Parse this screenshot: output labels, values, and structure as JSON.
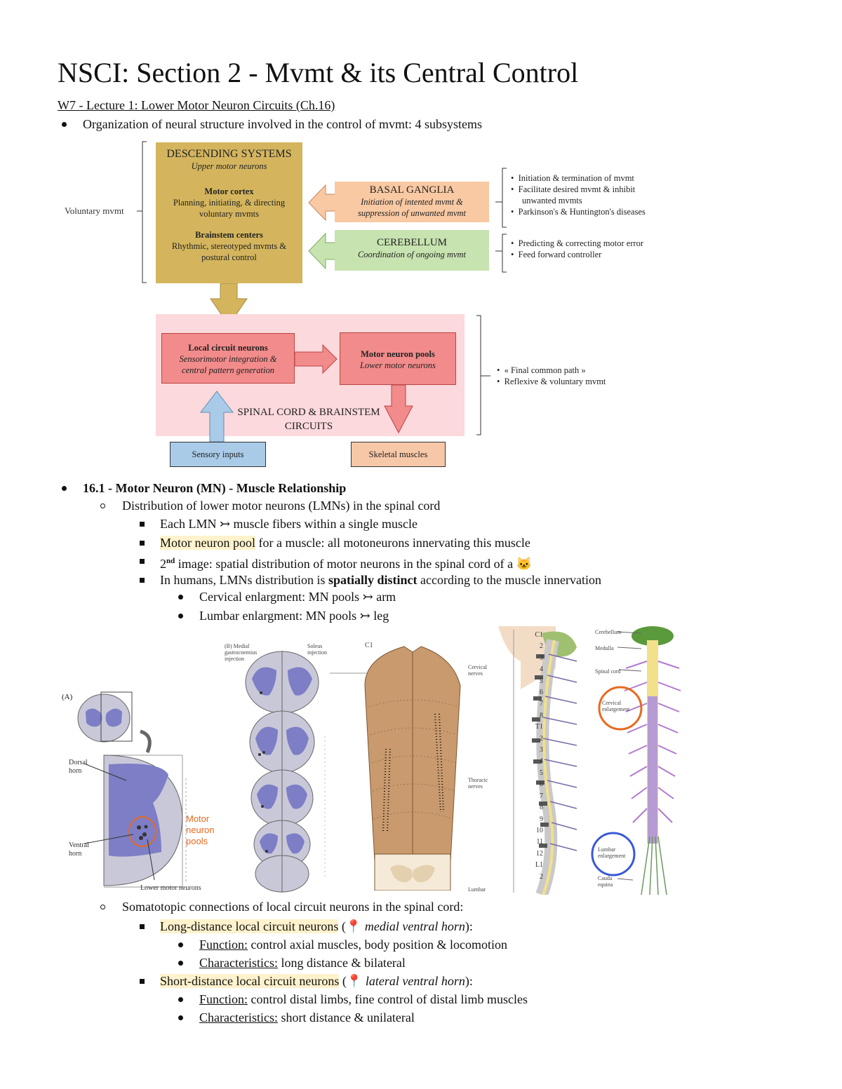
{
  "title": "NSCI: Section 2 - Mvmt & its Central Control",
  "lecture": "W7 - Lecture 1: Lower Motor Neuron Circuits (Ch.16)",
  "intro_bullet": "Organization of neural structure involved in the control of mvmt: 4 subsystems",
  "diagram": {
    "voluntary_label": "Voluntary mvmt",
    "descending": {
      "title": "DESCENDING SYSTEMS",
      "subtitle": "Upper motor neurons",
      "motor_cortex": "Motor cortex",
      "motor_cortex_desc": "Planning, initiating, & directing voluntary mvmts",
      "brainstem": "Brainstem centers",
      "brainstem_desc": "Rhythmic, stereotyped mvmts & postural control"
    },
    "basal_ganglia": {
      "title": "BASAL GANGLIA",
      "desc": "Initiation of intented mvmt & suppression of unwanted mvmt"
    },
    "cerebellum": {
      "title": "CEREBELLUM",
      "desc": "Coordination of ongoing mvmt"
    },
    "bg_notes": [
      "Initiation & termination of mvmt",
      "Facilitate desired mvmt & inhibit unwanted mvmts",
      "Parkinson's & Huntington's diseases"
    ],
    "cb_notes": [
      "Predicting & correcting motor error",
      "Feed forward controller"
    ],
    "local_circuit": {
      "title": "Local circuit neurons",
      "desc": "Sensorimotor integration & central pattern generation"
    },
    "motor_pools": {
      "title": "Motor neuron pools",
      "desc": "Lower motor neurons"
    },
    "spinal_label": "SPINAL CORD & BRAINSTEM CIRCUITS",
    "sensory": "Sensory inputs",
    "skeletal": "Skeletal muscles",
    "spinal_notes": [
      "« Final common path »",
      "Reflexive & voluntary mvmt"
    ],
    "colors": {
      "descending": "#d4b55e",
      "basal": "#f9c9a3",
      "cerebellum": "#c7e3b0",
      "spinal_bg": "#fcd9dc",
      "local": "#f28b8b",
      "sensory": "#a9cbe8",
      "skeletal": "#f7c8a8"
    }
  },
  "section_16_1": {
    "number": "16.1",
    "heading": "- Motor Neuron (MN) - Muscle Relationship",
    "sub": "Distribution of lower motor neurons (LMNs) in the spinal cord",
    "items": [
      "Each LMN ↣ muscle fibers within a single muscle",
      "for a muscle: all motoneurons innervating this muscle",
      "image: spatial distribution of motor neurons in the spinal cord of a",
      "according to the muscle innervation"
    ],
    "motor_pool_term": "Motor neuron pool",
    "second": "2",
    "second_sup": "nd",
    "cat_emoji": "🐱",
    "humans_prefix": "In humans, LMNs distribution is",
    "humans_bold": "spatially distinct",
    "enlargements": [
      "Cervical enlargment: MN pools ↣ arm",
      "Lumbar enlargment: MN pools ↣ leg"
    ]
  },
  "figures": {
    "a_label": "(A)",
    "dorsal_horn": "Dorsal horn",
    "ventral_horn": "Ventral horn",
    "lower_motor_neurons": "Lower motor neurons",
    "motor_pools": "Motor neuron pools",
    "b_label": "(B)",
    "soleus": "Soleus injection",
    "gastro": "Medial gastrocnemius injection",
    "c1": "C1",
    "cervical_nerves": "Cervical nerves",
    "thoracic_nerves": "Thoracic nerves",
    "lumbar": "Lumbar",
    "cerebellum": "Cerebellum",
    "medulla": "Medulla",
    "spinal_cord": "Spinal cord",
    "cervical_enl": "Cervical enlargement",
    "lumbar_enl": "Lumbar enlargement",
    "cauda": "Cauda equina",
    "vertebra_numbers": [
      "C1",
      "2",
      "3",
      "4",
      "5",
      "6",
      "7",
      "8",
      "T1",
      "2",
      "3",
      "4",
      "5",
      "6",
      "7",
      "8",
      "9",
      "10",
      "11",
      "12",
      "L1",
      "2"
    ]
  },
  "somatotopic": {
    "sub": "Somatotopic connections of local circuit neurons in the spinal cord:",
    "long": {
      "term": "Long-distance local circuit neurons",
      "pin": "📍",
      "location": "medial ventral horn",
      "function_label": "Function:",
      "function": "control axial muscles, body position & locomotion",
      "char_label": "Characteristics:",
      "char": "long distance & bilateral"
    },
    "short": {
      "term": "Short-distance local circuit neurons",
      "pin": "📍",
      "location": "lateral ventral horn",
      "function_label": "Function:",
      "function": "control distal limbs, fine control of distal limb muscles",
      "char_label": "Characteristics:",
      "char": "short distance & unilateral"
    }
  }
}
